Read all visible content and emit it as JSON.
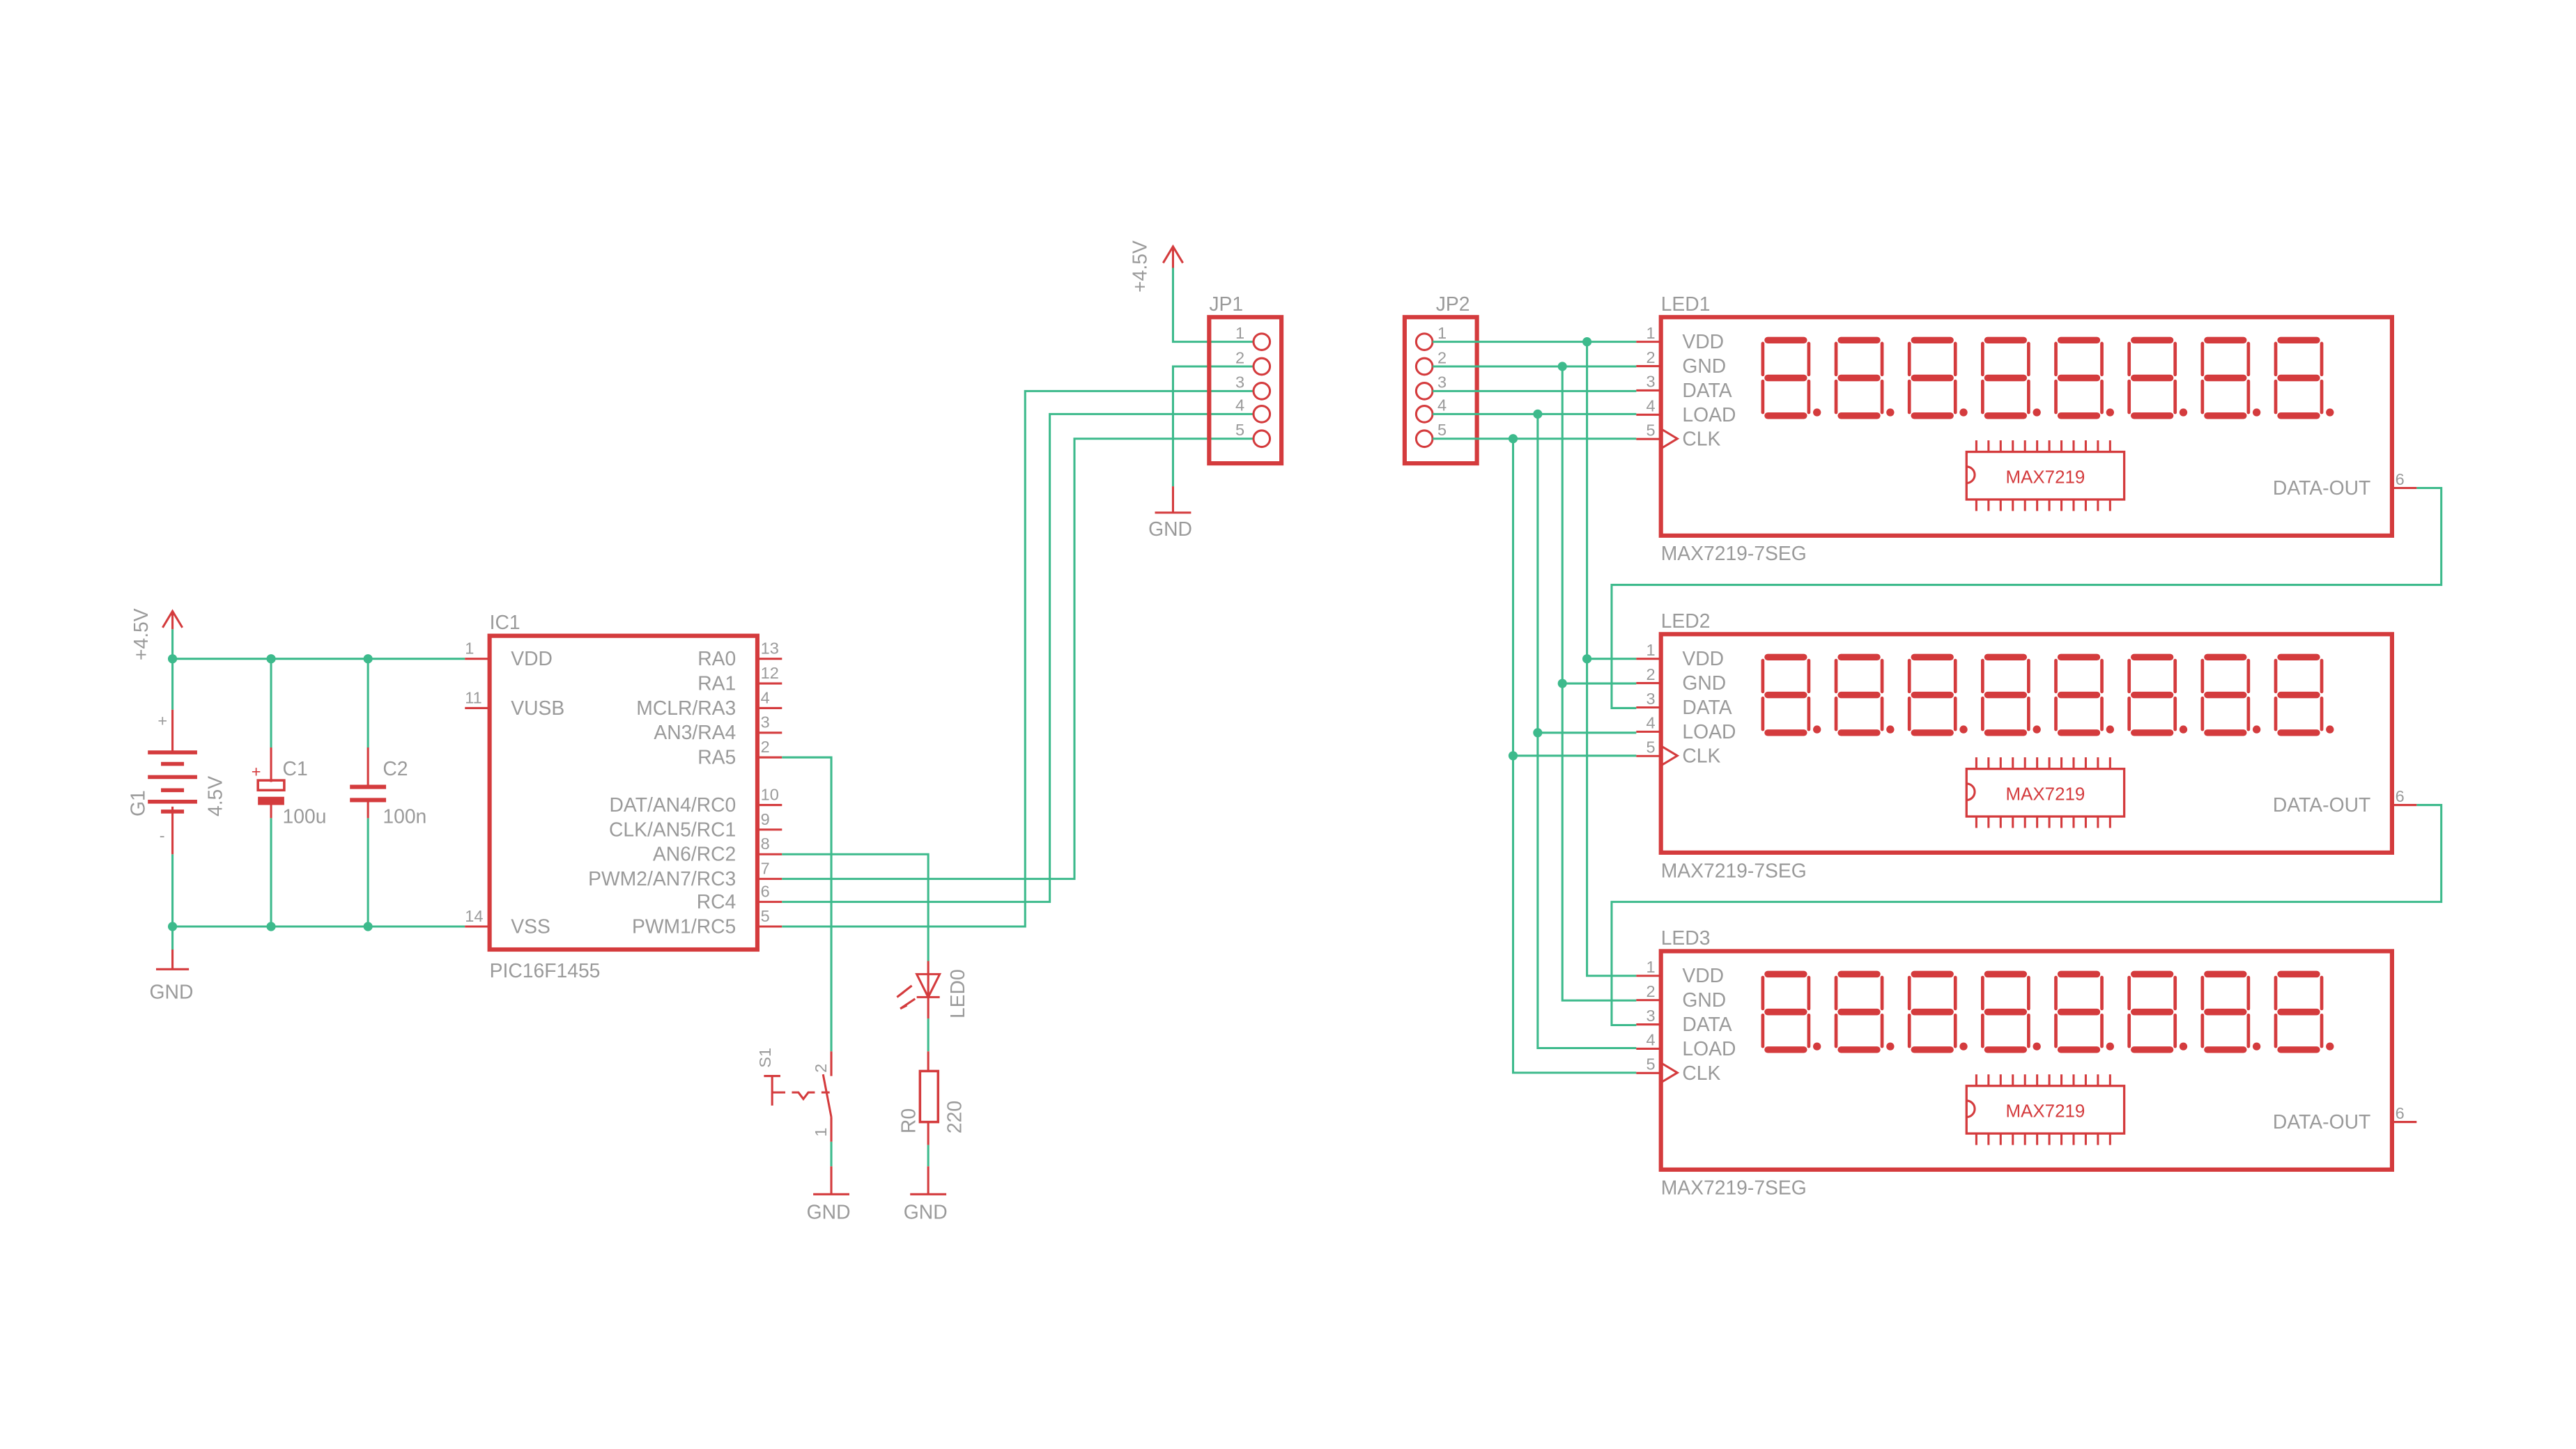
{
  "colors": {
    "symbol": "#d43b3d",
    "wire": "#3dba8c",
    "text": "#9a9a9a",
    "background": "#ffffff"
  },
  "power": {
    "supply_label": "+4.5V",
    "ground_label": "GND"
  },
  "battery": {
    "name": "G1",
    "value": "4.5V",
    "plus": "+",
    "minus": "-"
  },
  "capacitors": [
    {
      "name": "C1",
      "value": "100u",
      "polarity": "+"
    },
    {
      "name": "C2",
      "value": "100n"
    }
  ],
  "ic1": {
    "name": "IC1",
    "part": "PIC16F1455",
    "left_pins": [
      {
        "num": "1",
        "label": "VDD"
      },
      {
        "num": "11",
        "label": "VUSB"
      },
      {
        "num": "14",
        "label": "VSS"
      }
    ],
    "right_pins": [
      {
        "num": "13",
        "label": "RA0"
      },
      {
        "num": "12",
        "label": "RA1"
      },
      {
        "num": "4",
        "label": "MCLR/RA3"
      },
      {
        "num": "3",
        "label": "AN3/RA4"
      },
      {
        "num": "2",
        "label": "RA5"
      },
      {
        "num": "10",
        "label": "DAT/AN4/RC0"
      },
      {
        "num": "9",
        "label": "CLK/AN5/RC1"
      },
      {
        "num": "8",
        "label": "AN6/RC2"
      },
      {
        "num": "7",
        "label": "PWM2/AN7/RC3"
      },
      {
        "num": "6",
        "label": "RC4"
      },
      {
        "num": "5",
        "label": "PWM1/RC5"
      }
    ]
  },
  "switch": {
    "name": "S1",
    "pin1": "1",
    "pin2": "2"
  },
  "led0": {
    "name": "LED0"
  },
  "resistor": {
    "name": "R0",
    "value": "220"
  },
  "jp1": {
    "name": "JP1",
    "pins": [
      "1",
      "2",
      "3",
      "4",
      "5"
    ]
  },
  "jp2": {
    "name": "JP2",
    "pins": [
      "1",
      "2",
      "3",
      "4",
      "5"
    ]
  },
  "displays": [
    {
      "name": "LED1",
      "part": "MAX7219-7SEG",
      "chip": "MAX7219"
    },
    {
      "name": "LED2",
      "part": "MAX7219-7SEG",
      "chip": "MAX7219"
    },
    {
      "name": "LED3",
      "part": "MAX7219-7SEG",
      "chip": "MAX7219"
    }
  ],
  "display_pins": [
    {
      "num": "1",
      "label": "VDD"
    },
    {
      "num": "2",
      "label": "GND"
    },
    {
      "num": "3",
      "label": "DATA"
    },
    {
      "num": "4",
      "label": "LOAD"
    },
    {
      "num": "5",
      "label": "CLK"
    }
  ],
  "display_out_pin": {
    "num": "6",
    "label": "DATA-OUT"
  }
}
